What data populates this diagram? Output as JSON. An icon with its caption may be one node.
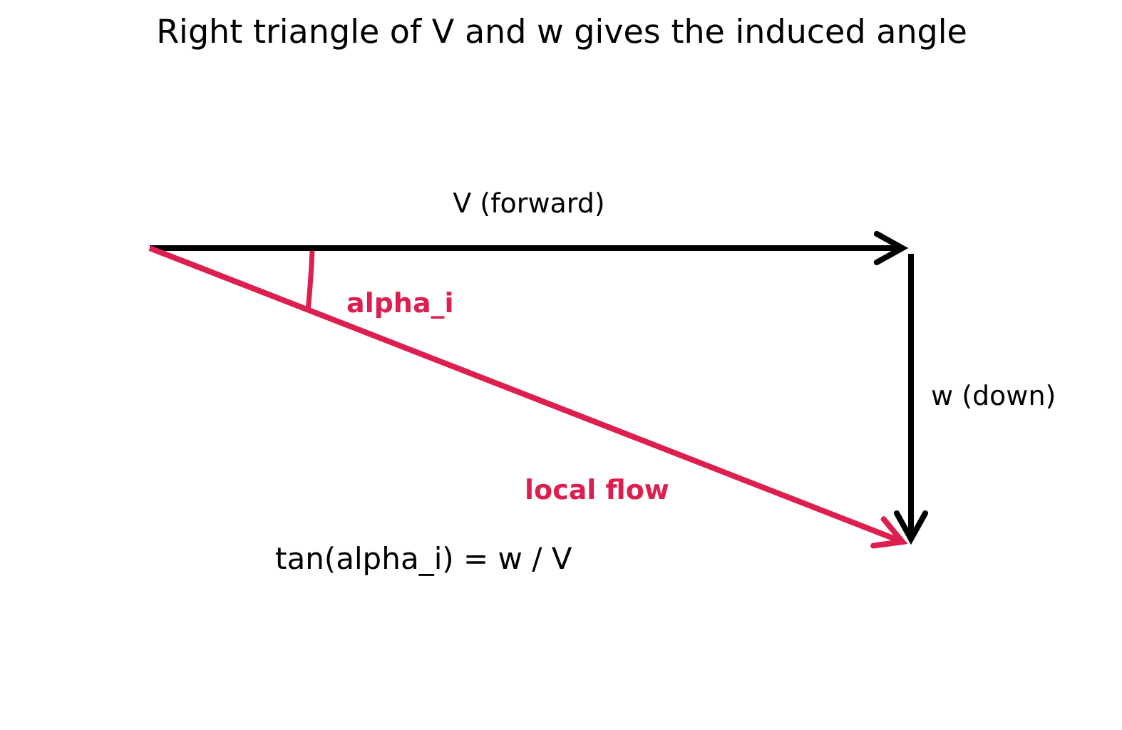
{
  "diagram": {
    "title": "Right triangle of V and w gives the induced angle",
    "labels": [
      "V (forward)",
      "alpha_i",
      "w (down)",
      "local flow",
      "tan(alpha_i) = w / V"
    ]
  }
}
